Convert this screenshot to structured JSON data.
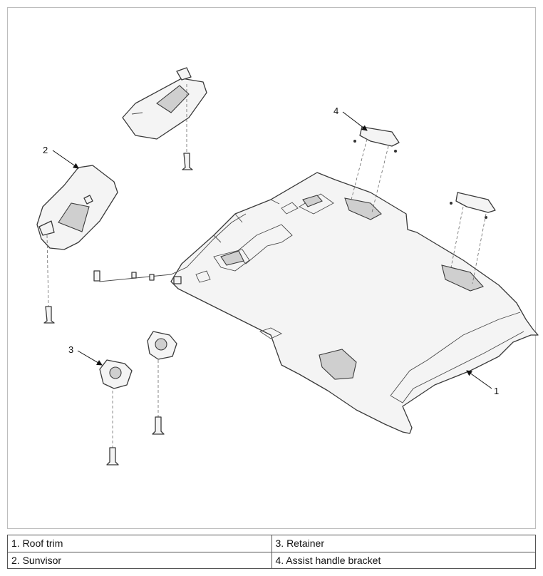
{
  "callouts": {
    "c1": "1",
    "c2": "2",
    "c3": "3",
    "c4": "4"
  },
  "legend": {
    "rows": [
      [
        "1. Roof trim",
        "3. Retainer"
      ],
      [
        "2. Sunvisor",
        "4. Assist handle bracket"
      ]
    ]
  }
}
